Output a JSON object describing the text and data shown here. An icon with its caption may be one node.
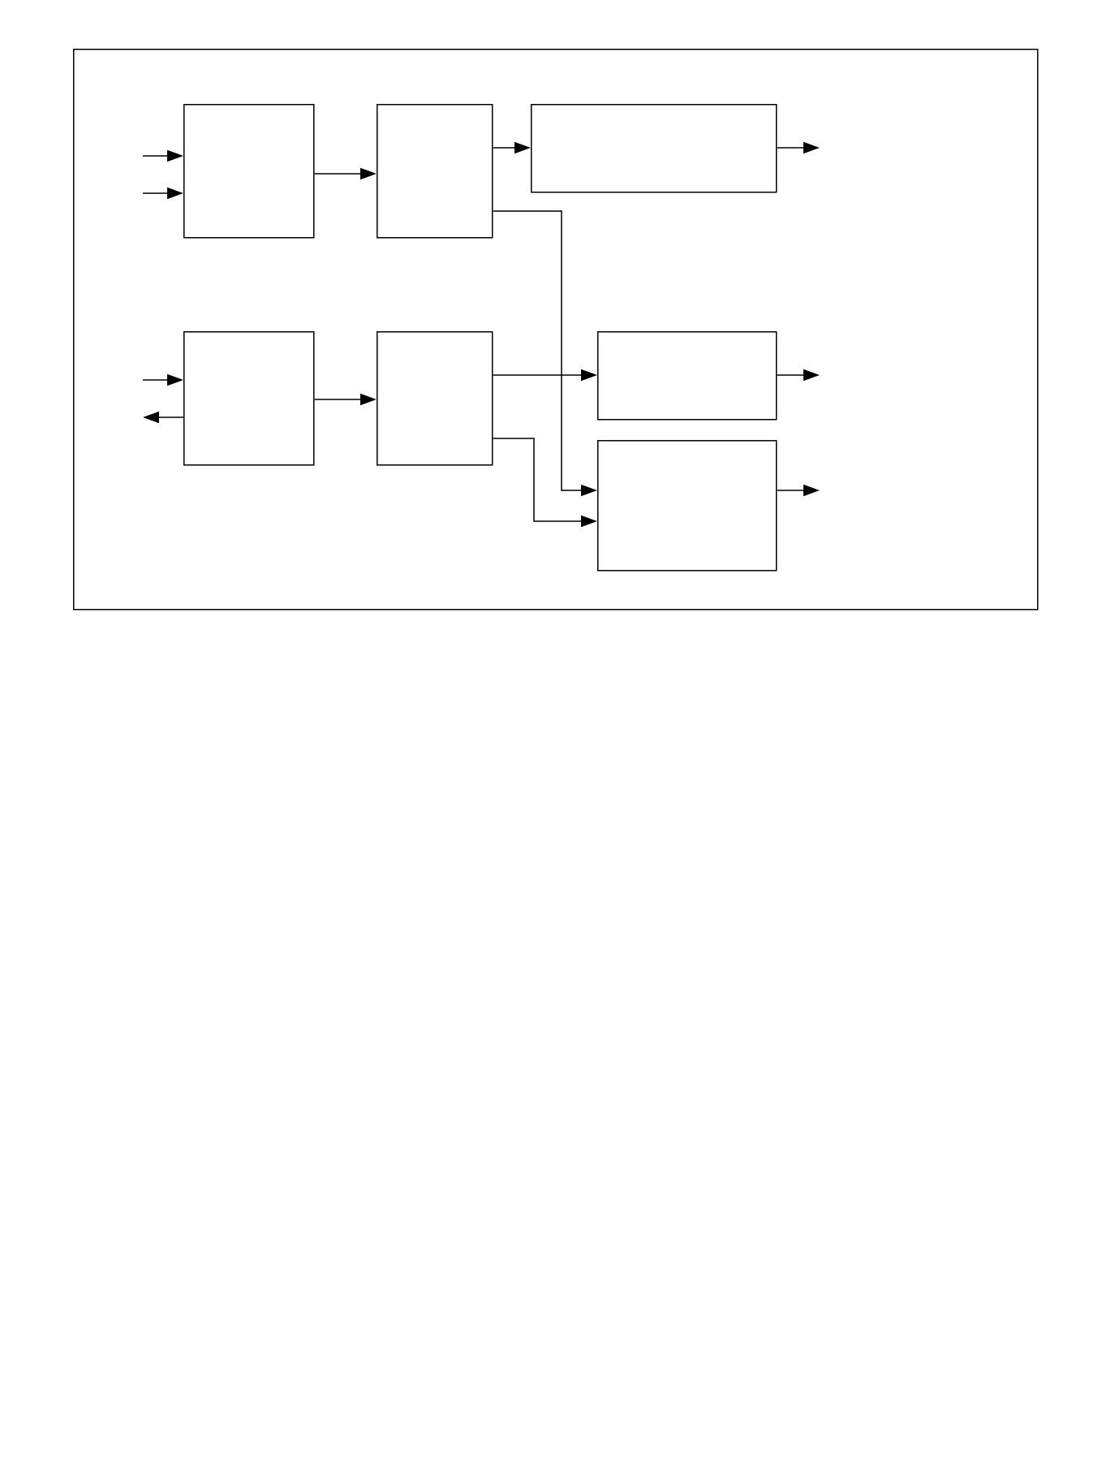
{
  "diagram": {
    "nodes": [
      {
        "text": [],
        "shape": "box"
      },
      {
        "text": [],
        "shape": "box",
        "in": 0
      },
      {
        "text": [],
        "shape": "box",
        "in": 0
      },
      {
        "text": [],
        "shape": "box",
        "in": 0
      },
      {
        "text": [],
        "shape": "box",
        "in": 0
      },
      {
        "text": [],
        "shape": "box",
        "in": 0
      },
      {
        "text": [],
        "shape": "box",
        "in": 0
      },
      {
        "text": [],
        "shape": "box",
        "in": 0
      }
    ],
    "edges": [
      {
        "from": null,
        "to": 1,
        "arrow": "to"
      },
      {
        "from": null,
        "to": 1,
        "arrow": "to"
      },
      {
        "from": 1,
        "to": 2,
        "arrow": "to"
      },
      {
        "from": 2,
        "to": 3,
        "arrow": "to"
      },
      {
        "from": 3,
        "to": null,
        "arrow": "to"
      },
      {
        "from": 2,
        "to": 7,
        "arrow": "to"
      },
      {
        "from": null,
        "to": 4,
        "arrow": "to"
      },
      {
        "from": 4,
        "to": null,
        "arrow": "to"
      },
      {
        "from": 4,
        "to": 5,
        "arrow": "to"
      },
      {
        "from": 5,
        "to": 6,
        "arrow": "to"
      },
      {
        "from": 5,
        "to": 7,
        "arrow": "to"
      },
      {
        "from": 6,
        "to": null,
        "arrow": "to"
      },
      {
        "from": 7,
        "to": null,
        "arrow": "to"
      }
    ]
  }
}
